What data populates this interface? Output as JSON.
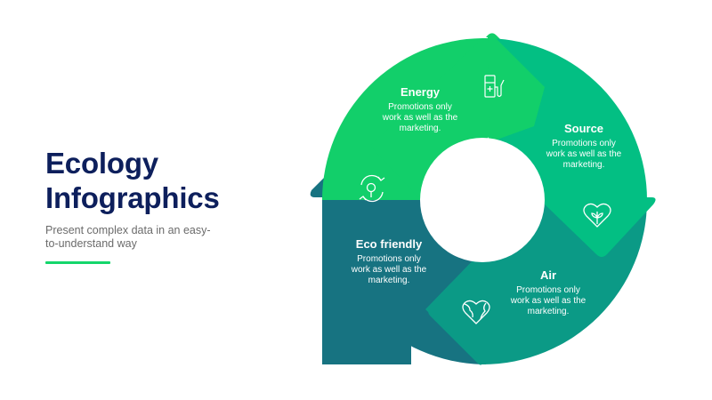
{
  "header": {
    "title_line1": "Ecology",
    "title_line2": "Infographics",
    "subtitle_line1": "Present complex data in an easy-",
    "subtitle_line2": "to-understand way"
  },
  "colors": {
    "title": "#0d1f5c",
    "accent_line": "#14d66b",
    "energy": "#12cf6a",
    "source": "#03bf83",
    "air": "#0b9a86",
    "eco_friendly": "#177381"
  },
  "segments": [
    {
      "id": "energy",
      "title": "Energy",
      "desc_line1": "Promotions only",
      "desc_line2": "work as well as the",
      "desc_line3": "marketing.",
      "icon": "fuel-pump-icon"
    },
    {
      "id": "source",
      "title": "Source",
      "desc_line1": "Promotions only",
      "desc_line2": "work as well as the",
      "desc_line3": "marketing.",
      "icon": "heart-plant-icon"
    },
    {
      "id": "air",
      "title": "Air",
      "desc_line1": "Promotions only",
      "desc_line2": "work as well as the",
      "desc_line3": "marketing.",
      "icon": "heart-globe-icon"
    },
    {
      "id": "eco_friendly",
      "title": "Eco friendly",
      "desc_line1": "Promotions only",
      "desc_line2": "work as well as the",
      "desc_line3": "marketing.",
      "icon": "recycle-tree-icon"
    }
  ]
}
